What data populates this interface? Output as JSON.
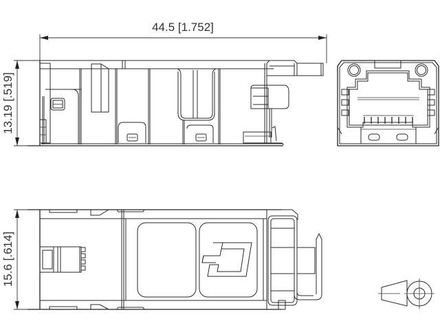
{
  "drawing": {
    "type": "technical-drawing",
    "subject": "RJ45 connector housing — multi-view orthographic projection",
    "line_color": "#2a2a2a",
    "background": "#ffffff"
  },
  "dimensions": {
    "length": {
      "mm": "44.5",
      "inch": "1.752",
      "label": "44.5 [1.752]"
    },
    "side_height": {
      "mm": "13.19",
      "inch": ".519",
      "label": "13.19 [.519]"
    },
    "top_width": {
      "mm": "15.6",
      "inch": ".614",
      "label": "15.6 [.614]"
    }
  },
  "views": [
    {
      "id": "side-view",
      "name": "Side view"
    },
    {
      "id": "front-view",
      "name": "Front (RJ45 port) view"
    },
    {
      "id": "top-view",
      "name": "Top view"
    },
    {
      "id": "projection-symbol",
      "name": "First-angle projection symbol"
    }
  ],
  "front_view": {
    "contact_pins": 8
  },
  "top_view": {
    "logo": "stylized-hook-logo",
    "window_count": 2
  }
}
